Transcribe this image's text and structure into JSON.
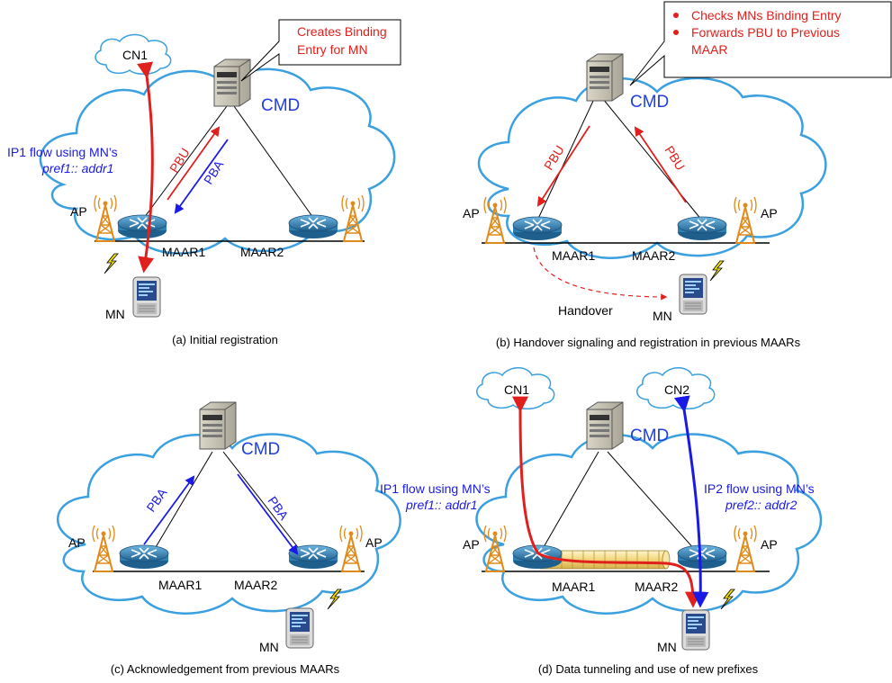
{
  "panels": {
    "a": {
      "caption": "(a) Initial registration",
      "cn": "CN1",
      "cmd": "CMD",
      "callout": [
        "Creates Binding",
        "Entry for MN"
      ],
      "flow_line1": "IP1 flow using MN’s",
      "flow_line2": "pref1:: addr1",
      "pbu": "PBU",
      "pba": "PBA",
      "ap": "AP",
      "maar1": "MAAR1",
      "maar2": "MAAR2",
      "mn": "MN"
    },
    "b": {
      "caption": "(b) Handover signaling and registration in previous MAARs",
      "cmd": "CMD",
      "callout": [
        "Checks MNs Binding Entry",
        "Forwards PBU to Previous",
        "MAAR"
      ],
      "pbu_left": "PBU",
      "pbu_right": "PBU",
      "ap_left": "AP",
      "ap_right": "AP",
      "maar1": "MAAR1",
      "maar2": "MAAR2",
      "handover": "Handover",
      "mn": "MN"
    },
    "c": {
      "caption": "(c) Acknowledgement from previous MAARs",
      "cmd": "CMD",
      "pba_left": "PBA",
      "pba_right": "PBA",
      "ap_left": "AP",
      "ap_right": "AP",
      "maar1": "MAAR1",
      "maar2": "MAAR2",
      "mn": "MN"
    },
    "d": {
      "caption": "(d) Data tunneling and use of new prefixes",
      "cn1": "CN1",
      "cn2": "CN2",
      "cmd": "CMD",
      "flow1_line1": "IP1 flow using MN’s",
      "flow1_line2": "pref1:: addr1",
      "flow2_line1": "IP2 flow using MN’s",
      "flow2_line2": "pref2:: addr2",
      "ap_left": "AP",
      "ap_right": "AP",
      "maar1": "MAAR1",
      "maar2": "MAAR2",
      "mn": "MN"
    }
  },
  "colors": {
    "red": "#e0201c",
    "blue": "#1a1ae6",
    "cloud_stroke": "#3aa0e0",
    "router": "#2f7fb3"
  }
}
